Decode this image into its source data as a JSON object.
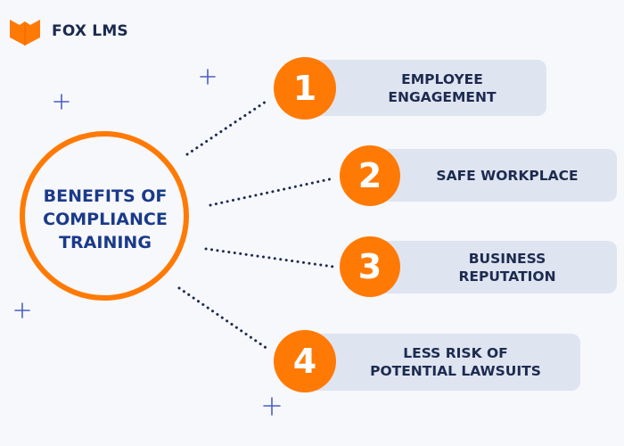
{
  "brand": {
    "name": "FOX LMS",
    "logo_icon": "fox-book-icon",
    "logo_color": "#ff7a05"
  },
  "center": {
    "title_lines": [
      "BENEFITS OF",
      "COMPLIANCE",
      "TRAINING"
    ],
    "ring_color": "#ff7a05",
    "text_color": "#1a3a8a"
  },
  "benefits": [
    {
      "number": "1",
      "lines": [
        "EMPLOYEE",
        "ENGAGEMENT"
      ]
    },
    {
      "number": "2",
      "lines": [
        "SAFE WORKPLACE"
      ]
    },
    {
      "number": "3",
      "lines": [
        "BUSINESS",
        "REPUTATION"
      ]
    },
    {
      "number": "4",
      "lines": [
        "LESS RISK OF",
        "POTENTIAL LAWSUITS"
      ]
    }
  ],
  "colors": {
    "background": "#f7f8fc",
    "card": "#dfe4f1",
    "badge": "#ff7a05",
    "card_text": "#1c2b4f",
    "dots": "#1c2b4f",
    "sparkle": "#4a5fc1"
  },
  "decorations": [
    "sparkle-icon",
    "sparkle-icon",
    "sparkle-icon",
    "sparkle-icon"
  ]
}
